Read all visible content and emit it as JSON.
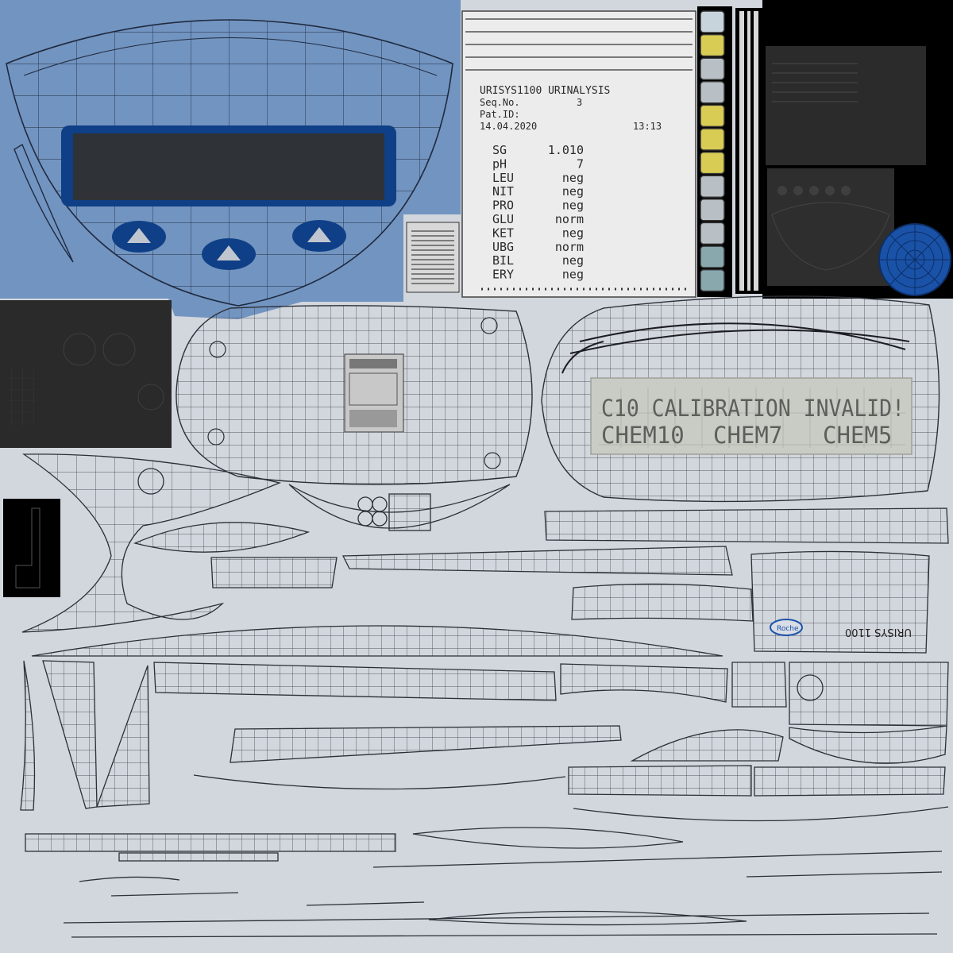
{
  "printout": {
    "title": "URISYS1100 URINALYSIS",
    "seq_label": "Seq.No.",
    "seq_value": "3",
    "pat_label": "Pat.ID:",
    "date": "14.04.2020",
    "time": "13:13",
    "results": [
      {
        "param": "SG",
        "value": "1.010"
      },
      {
        "param": "pH",
        "value": "7"
      },
      {
        "param": "LEU",
        "value": "neg"
      },
      {
        "param": "NIT",
        "value": "neg"
      },
      {
        "param": "PRO",
        "value": "neg"
      },
      {
        "param": "GLU",
        "value": "norm"
      },
      {
        "param": "KET",
        "value": "neg"
      },
      {
        "param": "UBG",
        "value": "norm"
      },
      {
        "param": "BIL",
        "value": "neg"
      },
      {
        "param": "ERY",
        "value": "neg"
      }
    ]
  },
  "lcd": {
    "line1": "C10 CALIBRATION INVALID!",
    "line2_items": [
      "CHEM10",
      "CHEM7",
      "CHEM5"
    ]
  },
  "label_text": {
    "brand": "Roche",
    "model": "URISYS 1100"
  },
  "colors": {
    "background": "#d2d6dd",
    "panel_blue": "#7294c0",
    "button_navy": "#0f3f86",
    "lcd_background": "#c9ccc4",
    "strip_yellow": "#d8cc55",
    "strip_teal": "#88a8ad",
    "wire": "#2b2f36"
  }
}
